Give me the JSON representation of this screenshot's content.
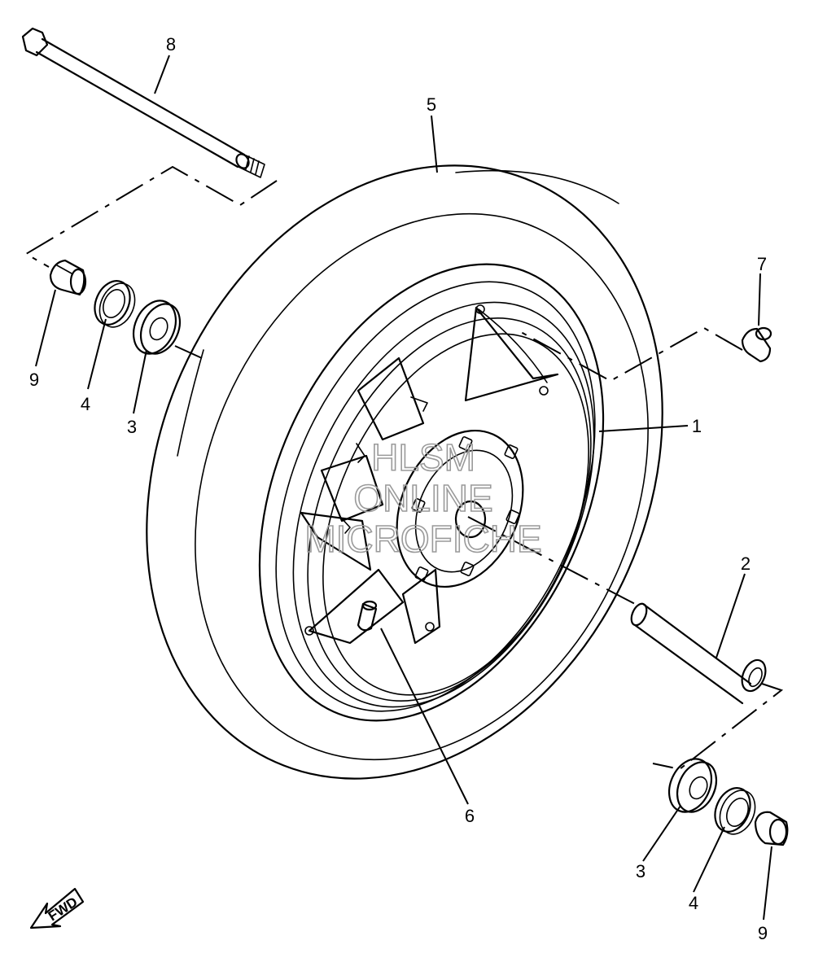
{
  "callouts": {
    "part_1": "1",
    "part_2": "2",
    "part_3_left": "3",
    "part_3_right": "3",
    "part_4_left": "4",
    "part_4_right": "4",
    "part_5": "5",
    "part_6": "6",
    "part_7": "7",
    "part_8": "8",
    "part_9_left": "9",
    "part_9_right": "9"
  },
  "watermark": {
    "line1": "HLSM",
    "line2": "ONLINE",
    "line3": "MICROFICHE"
  },
  "direction_arrow": {
    "label": "FWD",
    "icon": "fwd-arrow-icon"
  }
}
